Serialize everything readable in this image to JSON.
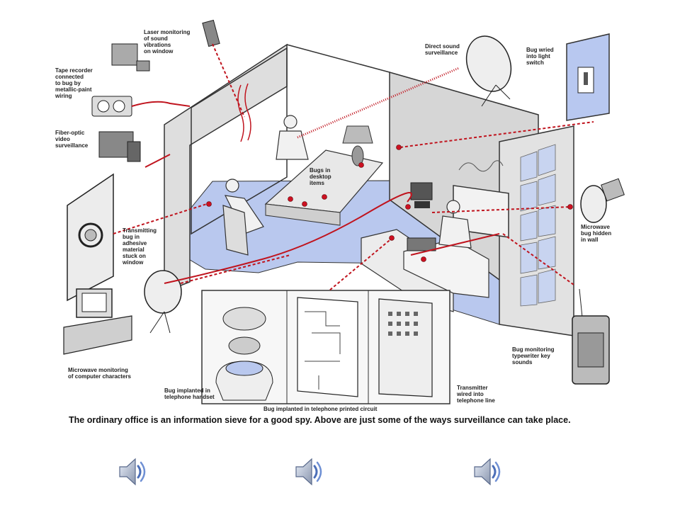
{
  "illustration": {
    "labels": {
      "laser": [
        "Laser monitoring",
        "of sound",
        "vibrations",
        "on window"
      ],
      "tape": [
        "Tape recorder",
        "connected",
        "to bug by",
        "metallic-paint",
        "wiring"
      ],
      "fiber": [
        "Fiber-optic",
        "video",
        "surveillance"
      ],
      "transmitting": [
        "Transmitting",
        "bug in",
        "adhesive",
        "material",
        "stuck on",
        "window"
      ],
      "microwave_computer": [
        "Microwave monitoring",
        "of computer characters"
      ],
      "handset": [
        "Bug implanted in",
        "telephone handset"
      ],
      "circuit": [
        "Bug implanted in telephone printed circuit"
      ],
      "transmitter_line": [
        "Transmitter",
        "wired into",
        "telephone line"
      ],
      "typewriter": [
        "Bug monitoring",
        "typewriter key",
        "sounds"
      ],
      "microwave_wall": [
        "Microwave",
        "bug hidden",
        "in wall"
      ],
      "light_switch": [
        "Bug wried",
        "into light",
        "switch"
      ],
      "direct_sound": [
        "Direct sound",
        "surveillance"
      ],
      "desktop": [
        "Bugs in",
        "desktop",
        "items"
      ]
    }
  },
  "caption": "The ordinary office is an information sieve for a good spy.  Above are just some of the ways surveillance can take place.",
  "speakers": [
    {
      "icon": "speaker-icon"
    },
    {
      "icon": "speaker-icon"
    },
    {
      "icon": "speaker-icon"
    }
  ],
  "colors": {
    "floor": "#b9c8ee",
    "wall": "#dcdcdc",
    "bug": "#cc1122",
    "line": "#c0141e"
  }
}
